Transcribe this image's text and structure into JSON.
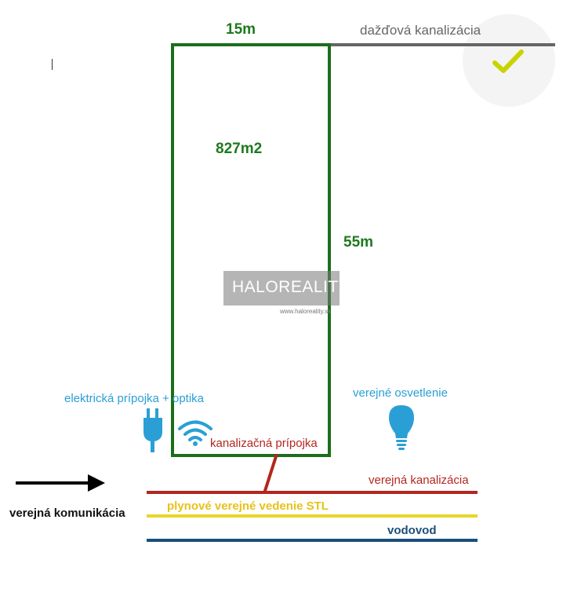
{
  "diagram": {
    "width_label": "15m",
    "length_label": "55m",
    "area_label": "827m2",
    "storm_sewer_label": "dažďová kanalizácia",
    "electric_label": "elektrická prípojka + optika",
    "street_light_label": "verejné osvetlenie",
    "sewer_connection_label": "kanalizačná prípojka",
    "public_sewer_label": "verejná kanalizácia",
    "gas_label": "plynové verejné vedenie STL",
    "water_label": "vodovod",
    "road_label": "verejná komunikácia"
  },
  "watermark": {
    "brand": "HALOREALITY",
    "url": "www.haloreality.sk"
  },
  "icons": {
    "plug": "plug-icon",
    "wifi": "wifi-icon",
    "bulb": "light-bulb-icon",
    "check": "check-icon",
    "arrow": "arrow-right-icon"
  },
  "colors": {
    "plot_border": "#1b6f1b",
    "storm_sewer_line": "#666666",
    "sewer_line": "#b3261e",
    "gas_line": "#e8d62a",
    "water_line": "#1b4f7a",
    "check": "#c8d400",
    "utility_icons": "#2a9fd6"
  }
}
